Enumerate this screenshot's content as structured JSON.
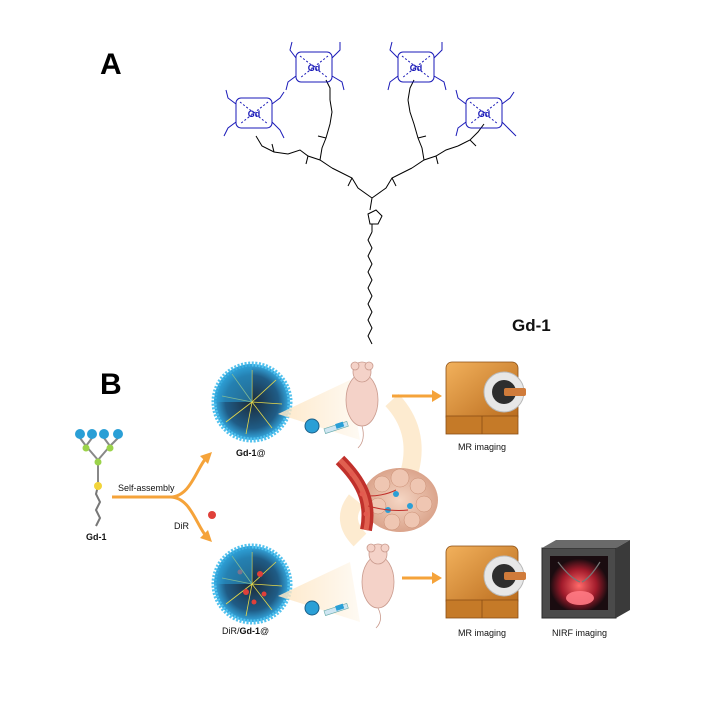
{
  "panel_a": {
    "letter": "A",
    "compound_label": "Gd-1",
    "metal_symbol": "Gd"
  },
  "panel_b": {
    "letter": "B",
    "monomer_label": "Gd-1",
    "self_assembly_label": "Self-assembly",
    "dye_label": "DiR",
    "micelle_top_label_prefix": "",
    "micelle_top_label_bold": "Gd-1",
    "micelle_top_label_suffix": "@",
    "micelle_bottom_label_prefix": "DiR/",
    "micelle_bottom_label_bold": "Gd-1",
    "micelle_bottom_label_suffix": "@",
    "mr_top_label": "MR imaging",
    "mr_bottom_label": "MR imaging",
    "nirf_label": "NIRF imaging"
  },
  "colors": {
    "chelate_blue": "#1a1ab8",
    "micelle_blue": "#2a9fd6",
    "arrow_orange": "#f5a33a",
    "scanner_orange": "#d9892e",
    "vessel_red": "#c0302b",
    "dye_red": "#e0403a"
  }
}
